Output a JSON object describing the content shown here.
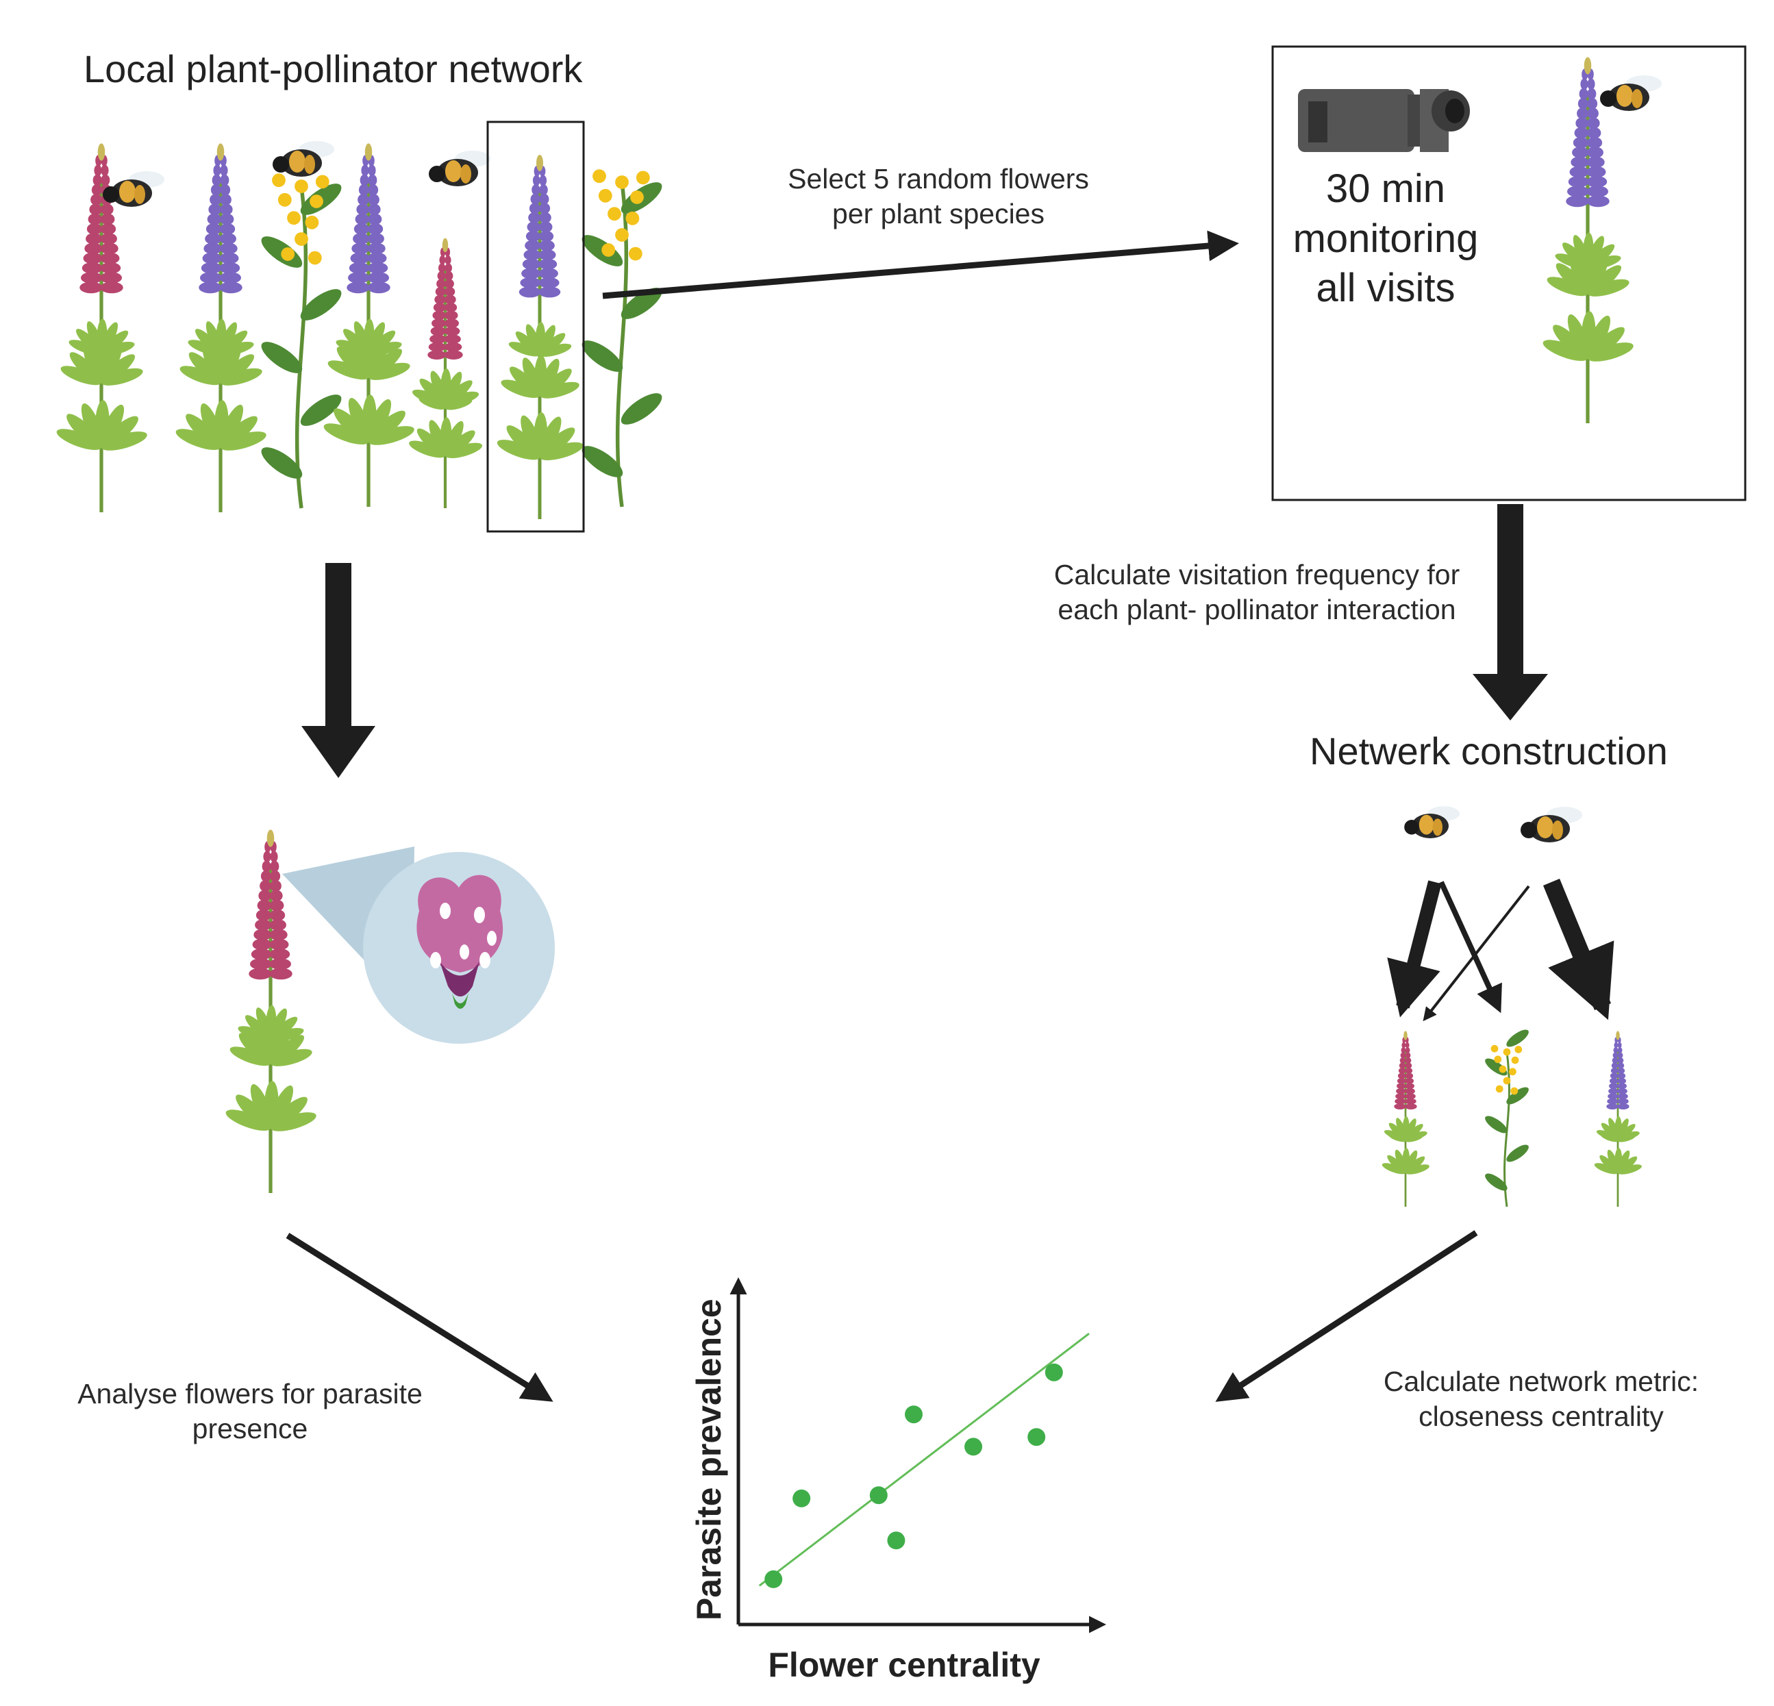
{
  "title": "Local plant-pollinator network",
  "select_note_line1": "Select 5 random flowers",
  "select_note_line2": "per plant species",
  "monitor_line1": "30 min",
  "monitor_line2": "monitoring",
  "monitor_line3": "all visits",
  "calc_freq_line1": "Calculate visitation frequency for",
  "calc_freq_line2": "each plant- pollinator interaction",
  "network_title": "Netwerk construction",
  "analyse_line1": "Analyse flowers for parasite",
  "analyse_line2": "presence",
  "metric_line1": "Calculate network metric:",
  "metric_line2": "closeness centrality",
  "colors": {
    "line": "#1e1e1e",
    "lupine_purple": "#7b66c2",
    "lupine_pink": "#b8456e",
    "yellow_flower": "#f3c21b",
    "leaf": "#8fbf4a",
    "point": "#3fae49",
    "trend": "#62bd58",
    "lens": "#c9dde8"
  },
  "chart_data": {
    "type": "scatter",
    "xlabel": "Flower centrality",
    "ylabel": "Parasite prevalence",
    "xlim": [
      0,
      10
    ],
    "ylim": [
      0,
      10
    ],
    "points": [
      {
        "x": 1.0,
        "y": 1.4
      },
      {
        "x": 1.8,
        "y": 3.9
      },
      {
        "x": 4.0,
        "y": 4.0
      },
      {
        "x": 4.5,
        "y": 2.6
      },
      {
        "x": 5.0,
        "y": 6.5
      },
      {
        "x": 6.7,
        "y": 5.5
      },
      {
        "x": 8.5,
        "y": 5.8
      },
      {
        "x": 9.0,
        "y": 7.8
      }
    ],
    "trend": {
      "x0": 0.6,
      "y0": 1.2,
      "x1": 10.0,
      "y1": 9.0
    },
    "grid": false,
    "legend": "none"
  }
}
